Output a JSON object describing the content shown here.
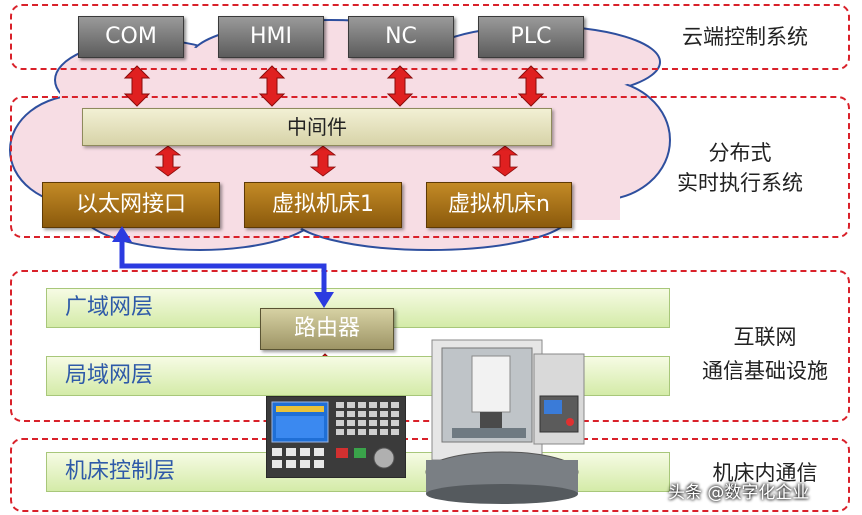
{
  "cloud_layer": {
    "label": "云端控制系统",
    "modules": [
      "COM",
      "HMI",
      "NC",
      "PLC"
    ]
  },
  "realtime_layer": {
    "label_line1": "分布式",
    "label_line2": "实时执行系统",
    "middleware": "中间件",
    "boxes": [
      "以太网接口",
      "虚拟机床1",
      "虚拟机床n"
    ]
  },
  "network_layer": {
    "label_line1": "互联网",
    "label_line2": "通信基础设施",
    "wan": "广域网层",
    "lan": "局域网层",
    "router": "路由器"
  },
  "machine_layer": {
    "label": "机床内通信",
    "control": "机床控制层"
  },
  "watermark": "头条 @数字化企业",
  "colors": {
    "dashed_border": "#d9212a",
    "cloud_fill": "#f7dde4",
    "arrow_red": "#e02020",
    "arrow_blue": "#2b3be0"
  }
}
